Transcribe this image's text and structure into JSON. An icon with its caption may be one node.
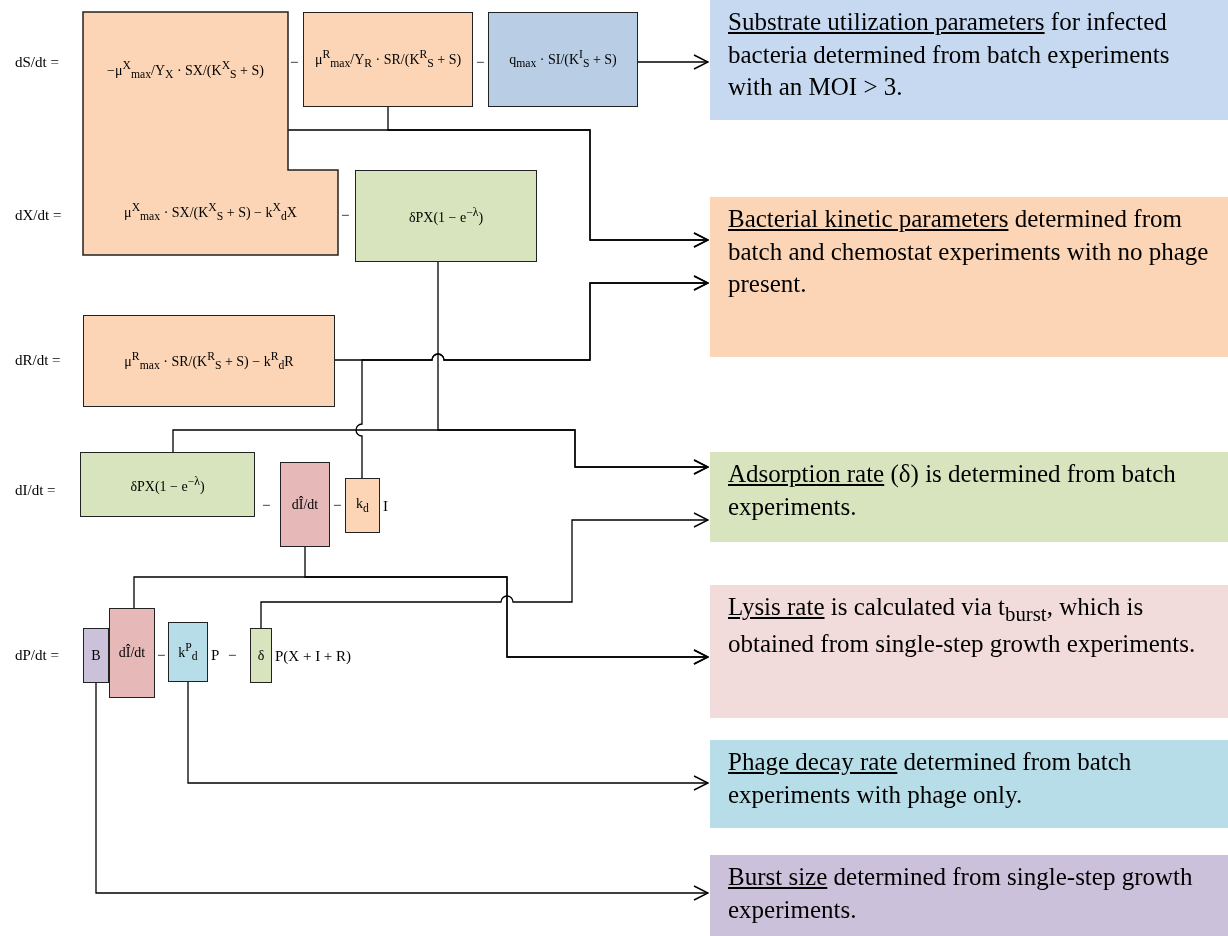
{
  "diagram": {
    "nodes": [
      {
        "text": [
          "−μ$^{X}$$_{max}$/Y$_{X}$ · SX/(K$^{X}$$_{S}$ + S)",
          "μ$^{X}$$_{max}$ · SX/(K$^{X}$$_{S}$ + S) − k$^{X}$$_{d}$X"
        ]
      },
      {
        "text": [
          "μ$^{R}$$_{max}$/Y$_{R}$ · SR/(K$^{R}$$_{S}$ + S)"
        ]
      },
      {
        "text": [
          "q$_{max}$ · SI/(K$^{I}$$_{S}$ + S)"
        ]
      },
      {
        "text": [
          "Substrate utilization parameters",
          "for infected bacteria determined from batch experiments with an MOI > 3."
        ]
      },
      {
        "text": [
          "δPX(1 − e$^{−λ}$)"
        ]
      },
      {
        "text": [
          "Bacterial kinetic parameters",
          "determined from batch and chemostat experiments with no phage present."
        ]
      },
      {
        "text": [
          "μ$^{R}$$_{max}$ · SR/(K$^{R}$$_{S}$ + S) − k$^{R}$$_{d}$R"
        ]
      },
      {
        "text": [
          "δPX(1 − e$^{−λ}$)"
        ]
      },
      {
        "text": [
          "dÎ/dt"
        ]
      },
      {
        "text": [
          "k$_{d}$"
        ],
        "beside": [
          "I"
        ]
      },
      {
        "text": [
          "Adsorption rate",
          "(δ) is determined from batch experiments."
        ]
      },
      {
        "text": [
          "B"
        ]
      },
      {
        "text": [
          "dÎ/dt"
        ]
      },
      {
        "text": [
          "k$^{P}$$_{d}$"
        ]
      },
      {
        "text": [
          "δ"
        ],
        "beside": [
          "P(X + I + R)"
        ]
      },
      {
        "text": [
          "Lysis rate",
          "is calculated via t$_{burst}$, which is obtained from single-step growth experiments."
        ]
      },
      {
        "text": [
          "Phage decay rate",
          "determined from batch experiments with phage only."
        ]
      },
      {
        "text": [
          "Burst size",
          "determined from single-step growth experiments."
        ]
      }
    ],
    "edges": [
      {
        "from": 2,
        "to": 3,
        "arrow": "to"
      },
      {
        "from": 0,
        "to": 5,
        "arrow": "to"
      },
      {
        "from": 1,
        "to": 5,
        "arrow": "to"
      },
      {
        "from": 6,
        "to": 5,
        "arrow": "to"
      },
      {
        "from": 9,
        "to": 5,
        "arrow": "to"
      },
      {
        "from": 4,
        "to": 10,
        "arrow": "to"
      },
      {
        "from": 7,
        "to": 10,
        "arrow": "to"
      },
      {
        "from": 14,
        "to": 10,
        "arrow": "to"
      },
      {
        "from": 8,
        "to": 15,
        "arrow": "to"
      },
      {
        "from": 12,
        "to": 15,
        "arrow": "to"
      },
      {
        "from": 13,
        "to": 16,
        "arrow": "to"
      },
      {
        "from": 11,
        "to": 17,
        "arrow": "to"
      }
    ],
    "labels": [
      "dS/dt =",
      "−",
      "−",
      "dX/dt =",
      "−",
      "dR/dt =",
      "dI/dt =",
      "−",
      "−",
      "dP/dt =",
      "−",
      "P",
      "−"
    ]
  }
}
